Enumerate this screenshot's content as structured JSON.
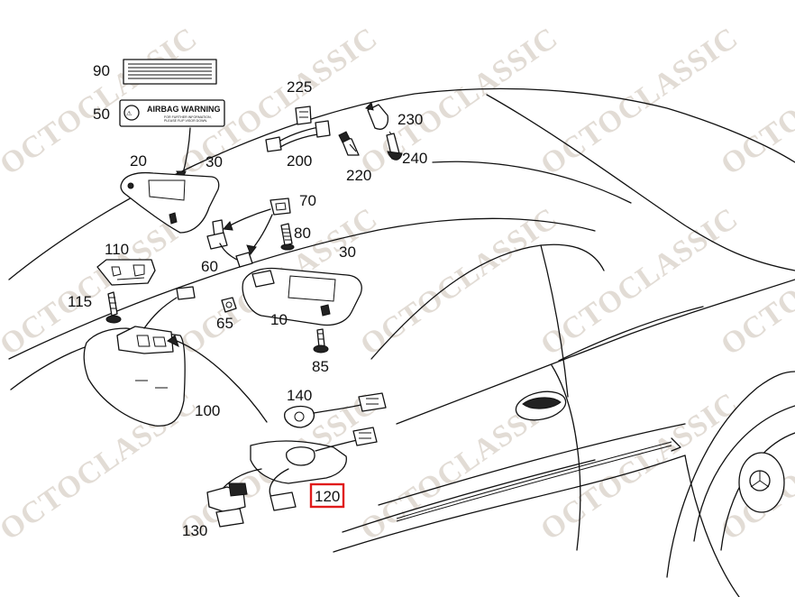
{
  "watermark": {
    "text": "OCTOCLASSIC"
  },
  "warning_label": {
    "title": "AIRBAG WARNING",
    "subtext_line1": "FOR FURTHER INFORMATION,",
    "subtext_line2": "PLEASE FLIP VISOR DOWN."
  },
  "labels": {
    "p90": "90",
    "p50": "50",
    "p20": "20",
    "p30a": "30",
    "p225": "225",
    "p200": "200",
    "p230": "230",
    "p220": "220",
    "p240": "240",
    "p70": "70",
    "p80": "80",
    "p60": "60",
    "p30b": "30",
    "p110": "110",
    "p115": "115",
    "p65": "65",
    "p10": "10",
    "p85": "85",
    "p100": "100",
    "p140": "140",
    "p120": "120",
    "p130": "130"
  },
  "highlight": {
    "part": "120",
    "color": "#e01b1b"
  }
}
